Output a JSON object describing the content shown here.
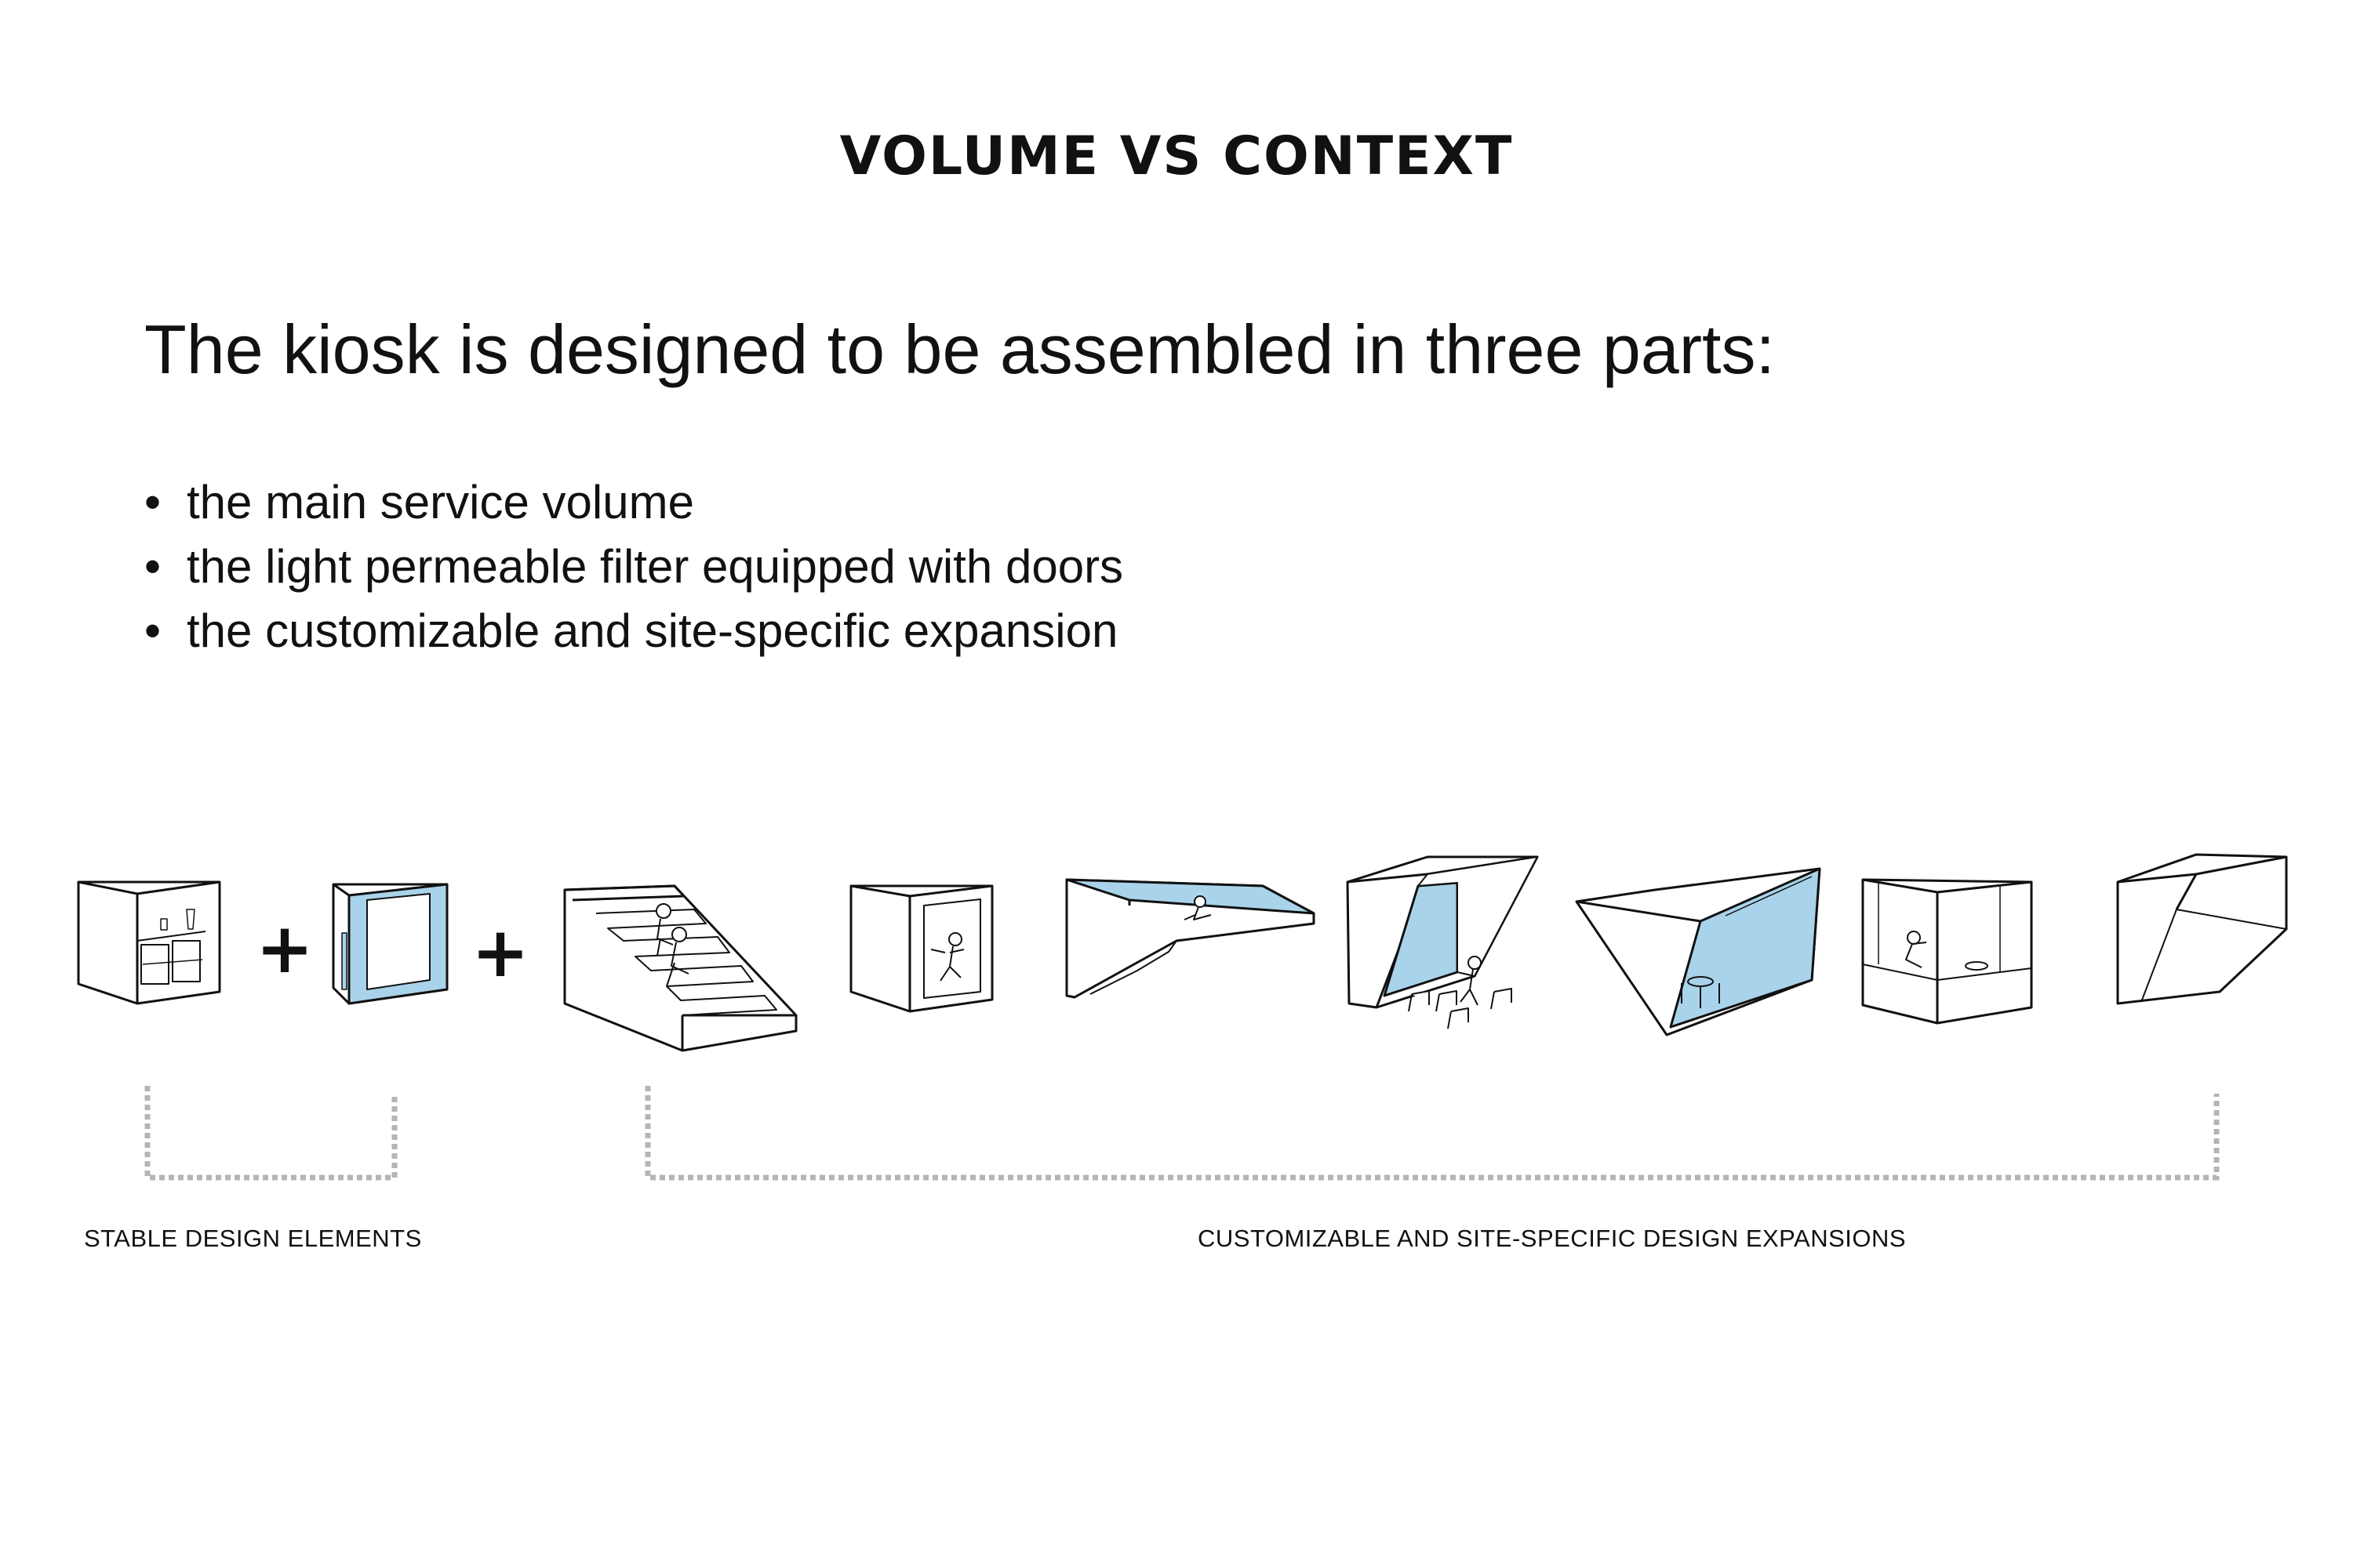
{
  "title": "VOLUME VS CONTEXT",
  "lead": "The kiosk is designed to be assembled in three parts:",
  "bullets": [
    "the main service volume",
    "the light permeable filter equipped with doors",
    "the customizable and site-specific expansion"
  ],
  "bullet_glyph": "•",
  "operator_glyph": "+",
  "labels": {
    "stable": "STABLE DESIGN ELEMENTS",
    "expansions": "CUSTOMIZABLE AND SITE-SPECIFIC DESIGN EXPANSIONS"
  },
  "colors": {
    "glass": "#a9d3ea",
    "line": "#111111",
    "bracket": "#b5b5b5"
  },
  "drawings": [
    "service-volume-icon",
    "light-filter-icon",
    "staircase-expansion-icon",
    "framed-box-expansion-icon",
    "cantilever-roof-expansion-icon",
    "slanted-canopy-expansion-icon",
    "angular-glass-expansion-icon",
    "open-counter-expansion-icon",
    "folded-shell-expansion-icon"
  ]
}
